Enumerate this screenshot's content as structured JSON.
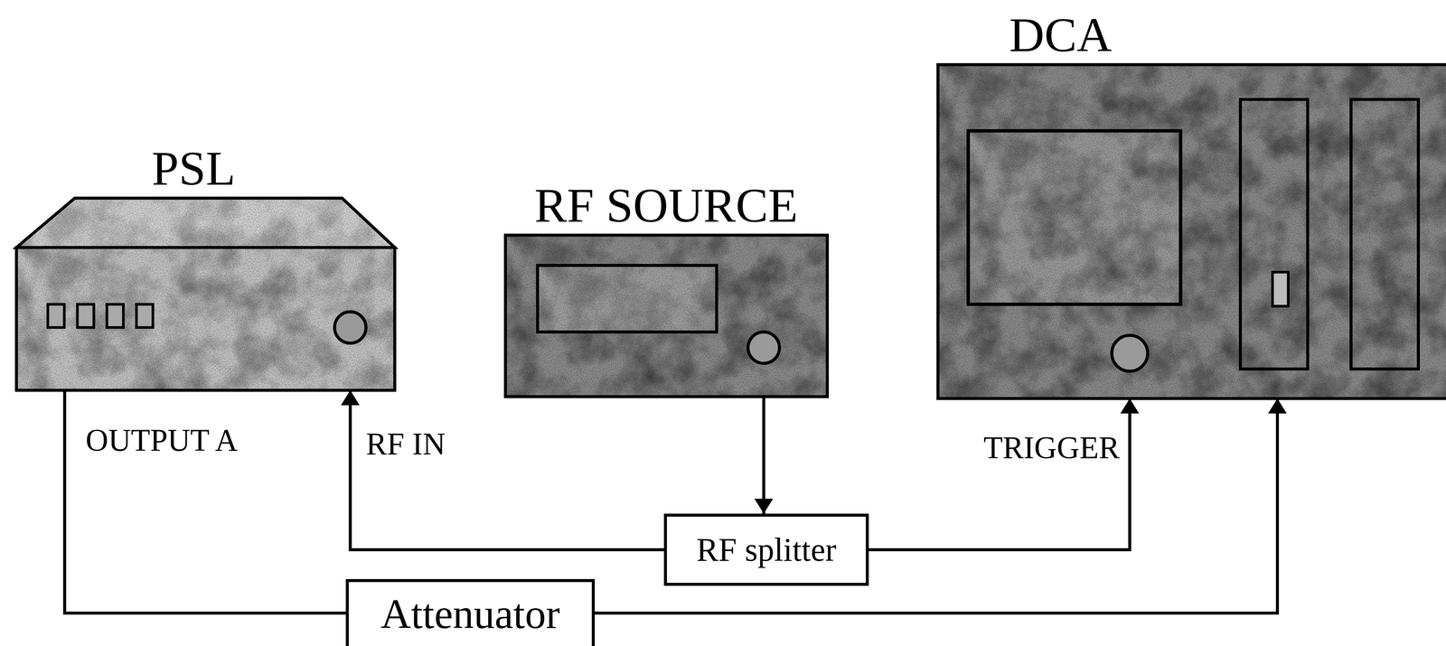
{
  "diagram": {
    "nodes": [
      {
        "text": [
          "PSL"
        ]
      },
      {
        "text": [
          "RF SOURCE"
        ]
      },
      {
        "text": [
          "DCA"
        ]
      },
      {
        "text": [
          "RF splitter"
        ]
      },
      {
        "text": [
          "Attenuator"
        ]
      }
    ],
    "edges": [
      {
        "from": 1,
        "to": 3,
        "arrow": "to"
      },
      {
        "from": 3,
        "to": 0,
        "arrow": "to"
      },
      {
        "from": 3,
        "to": 2,
        "arrow": "to"
      },
      {
        "from": 0,
        "to": 4,
        "arrow": "none"
      },
      {
        "from": 4,
        "to": 2,
        "arrow": "to"
      }
    ],
    "labels": [
      "OUTPUT A",
      "RF IN",
      "TRIGGER"
    ]
  }
}
